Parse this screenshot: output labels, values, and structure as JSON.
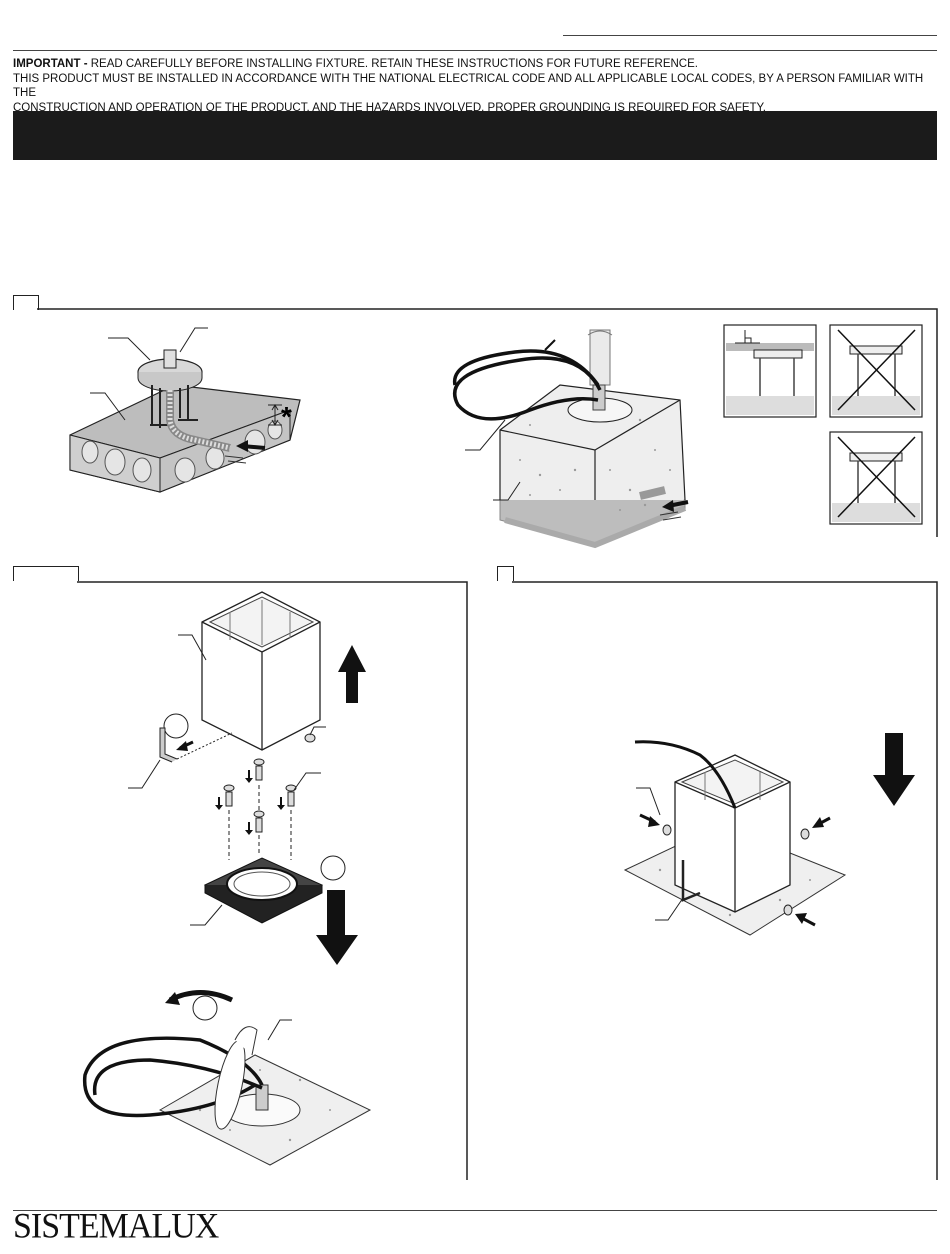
{
  "notice": {
    "important_label": "IMPORTANT -",
    "line1": "READ CAREFULLY BEFORE INSTALLING FIXTURE. RETAIN THESE INSTRUCTIONS FOR FUTURE REFERENCE.",
    "line2": "THIS PRODUCT MUST BE INSTALLED IN ACCORDANCE WITH THE NATIONAL ELECTRICAL CODE AND ALL APPLICABLE LOCAL CODES, BY A PERSON FAMILIAR WITH THE",
    "line3": "CONSTRUCTION AND OPERATION OF THE PRODUCT, AND THE HAZARDS INVOLVED. PROPER GROUNDING IS REQUIRED FOR SAFETY."
  },
  "diagram": {
    "asterisk": "*"
  },
  "brand": {
    "name": "SISTEMALUX"
  },
  "colors": {
    "banner": "#1b1b1b",
    "line": "#222222",
    "concrete": "#e8e8e8",
    "slab": "#bdbdbd"
  }
}
